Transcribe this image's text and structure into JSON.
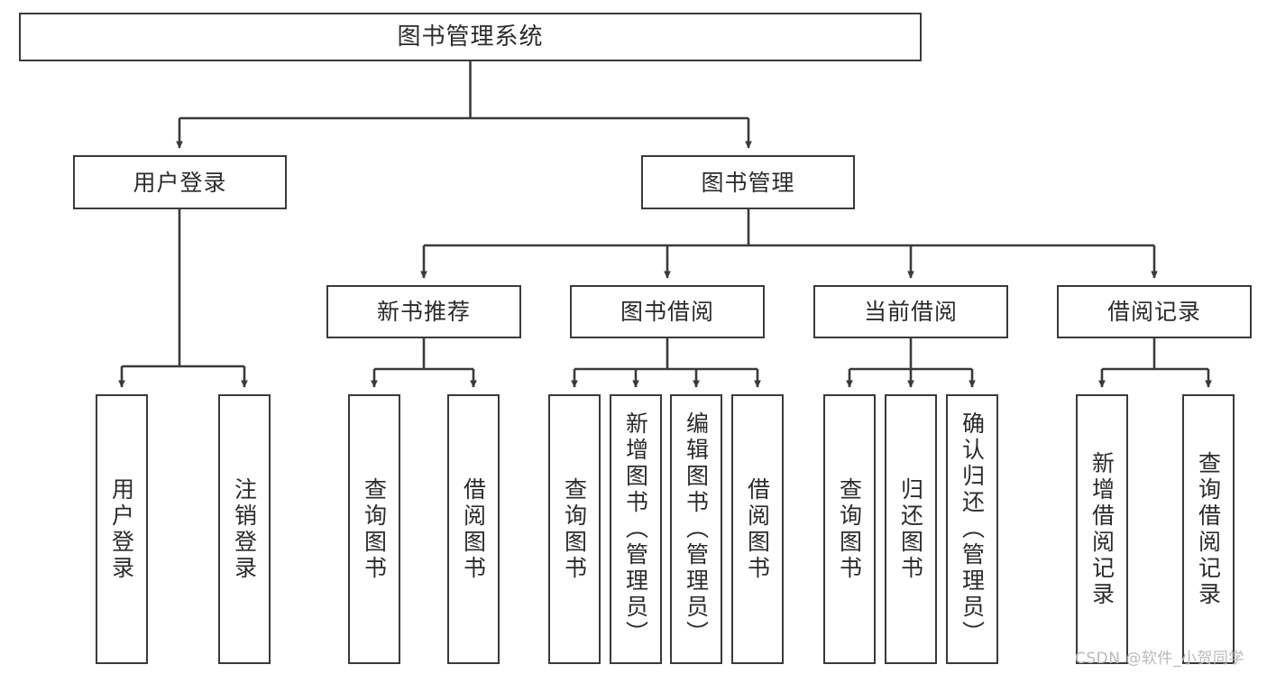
{
  "diagram": {
    "title": "图书管理系统",
    "watermark": "CSDN @软件_小贺同学",
    "colors": {
      "box_border": "#3a3a3a",
      "box_fill": "#ffffff",
      "connector": "#3a3a3a",
      "text": "#2b2b2b",
      "watermark": "#b9b9b9",
      "background": "#ffffff"
    },
    "root": {
      "label": "图书管理系统"
    },
    "level2": [
      {
        "label": "用户登录"
      },
      {
        "label": "图书管理"
      }
    ],
    "level3": [
      {
        "label": "新书推荐"
      },
      {
        "label": "图书借阅"
      },
      {
        "label": "当前借阅"
      },
      {
        "label": "借阅记录"
      }
    ],
    "leaves": {
      "user_login": [
        {
          "label": "用户登录"
        },
        {
          "label": "注销登录"
        }
      ],
      "new_book_recommend": [
        {
          "label": "查询图书"
        },
        {
          "label": "借阅图书"
        }
      ],
      "book_borrow": [
        {
          "label": "查询图书"
        },
        {
          "label": "新增图书（管理员）"
        },
        {
          "label": "编辑图书（管理员）"
        },
        {
          "label": "借阅图书"
        }
      ],
      "current_borrow": [
        {
          "label": "查询图书"
        },
        {
          "label": "归还图书"
        },
        {
          "label": "确认归还（管理员）"
        }
      ],
      "borrow_record": [
        {
          "label": "新增借阅记录"
        },
        {
          "label": "查询借阅记录"
        }
      ]
    }
  }
}
